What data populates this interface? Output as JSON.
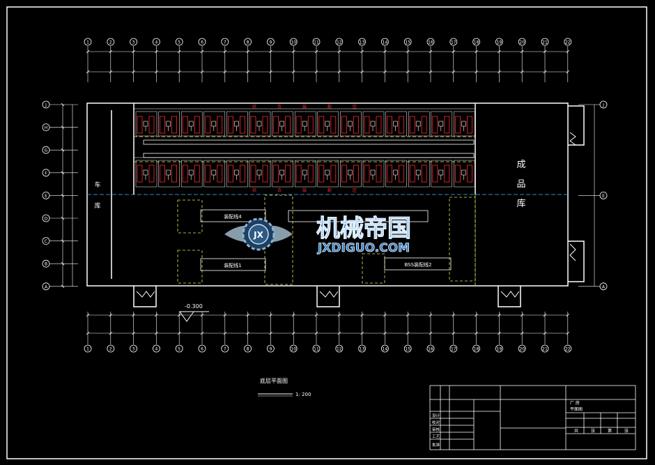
{
  "grid_columns": [
    "1",
    "2",
    "3",
    "4",
    "5",
    "6",
    "7",
    "8",
    "9",
    "10",
    "11",
    "12",
    "13",
    "14",
    "15",
    "16",
    "17",
    "18",
    "19",
    "20",
    "21",
    "22"
  ],
  "grid_rows": [
    "J",
    "H",
    "G",
    "F",
    "E",
    "D",
    "C",
    "B",
    "A"
  ],
  "room_labels": {
    "finished_goods": [
      "成",
      "品",
      "库"
    ],
    "workshop": [
      "车",
      "库"
    ]
  },
  "line_labels": {
    "line4": "装配线4",
    "line1": "装配线1",
    "line2": "BSS装配线2"
  },
  "row_title_top": [
    "综",
    "合",
    "装",
    "配",
    "区"
  ],
  "row_title_bottom": [
    "综",
    "合",
    "装",
    "配",
    "区"
  ],
  "level_mark": "-0.300",
  "drawing_title": "底层平面图",
  "scale_text": "1: 200",
  "title_block": {
    "project_line1": "厂  房",
    "project_line2": "平面图",
    "footer": [
      "共",
      "张",
      "第",
      "张"
    ],
    "left_cells": [
      "设计",
      "校对",
      "审核",
      "工艺",
      "批准"
    ]
  },
  "watermark": {
    "cn": "机械帝国",
    "en": "JXDIGUO.COM",
    "badge": "JX"
  },
  "colors": {
    "line": "#ffffff",
    "dim": "#ffffff",
    "accent_red": "#ff2a2a",
    "watermark_blue": "#3b82c4",
    "dash_yellow": "#e8e85a",
    "axis_cyan": "#3fb5ff"
  }
}
